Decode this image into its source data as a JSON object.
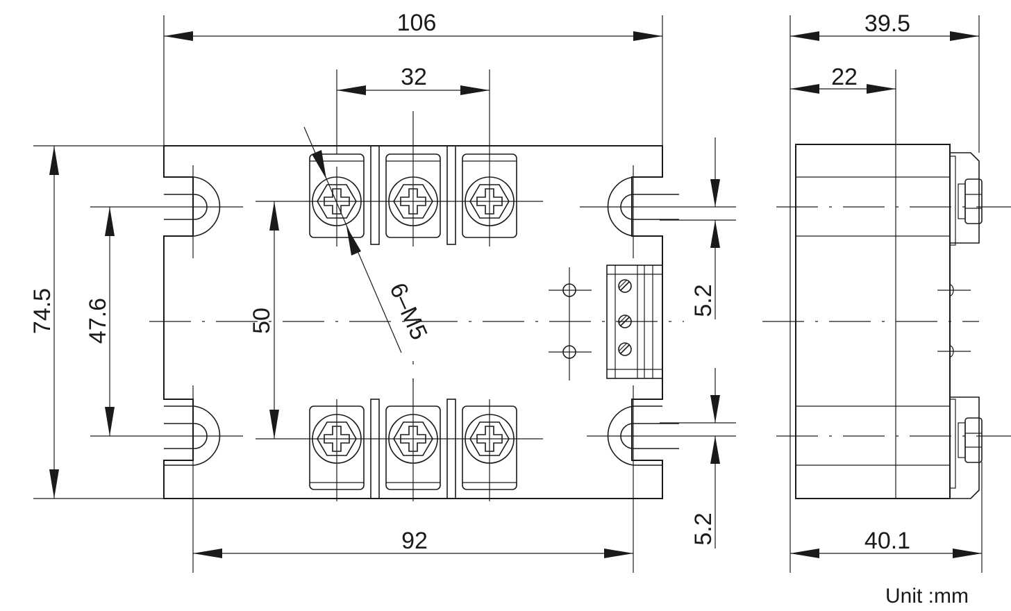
{
  "dimensions": {
    "top_width": "106",
    "terminal_pitch": "32",
    "height_total": "74.5",
    "mount_spacing_v": "47.6",
    "terminal_spacing_v": "50",
    "screw_spec": "6–M5",
    "slot_upper": "5.2",
    "slot_lower": "5.2",
    "mount_spacing_h": "92",
    "side_depth_top": "39.5",
    "side_inner": "22",
    "side_depth_bottom": "40.1"
  },
  "unit_label": "Unit :mm"
}
